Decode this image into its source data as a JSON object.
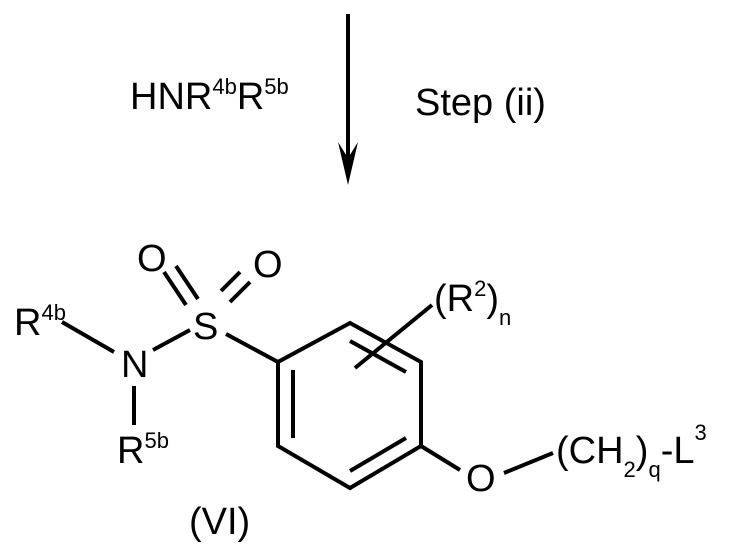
{
  "reaction": {
    "reagent": {
      "base": "HNR",
      "sup1": "4b",
      "mid": "R",
      "sup2": "5b"
    },
    "step_label": "Step (ii)"
  },
  "compound": {
    "label": "(VI)",
    "atoms": {
      "S": "S",
      "O1": "O",
      "O2": "O",
      "N": "N",
      "O_ether": "O"
    },
    "r4b": {
      "base": "R",
      "sup": "4b"
    },
    "r5b": {
      "base": "R",
      "sup": "5b"
    },
    "r2": {
      "open": "(R",
      "sup": "2",
      "close": ")",
      "sub": "n"
    },
    "chain": {
      "open": "(CH",
      "sub1": "2",
      "close": ")",
      "sub2": "q",
      "tail": "-L",
      "sup": "3"
    }
  }
}
